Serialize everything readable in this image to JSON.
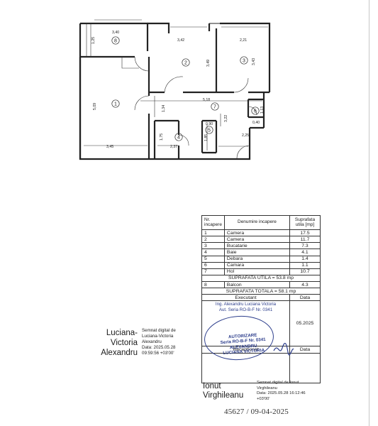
{
  "plan": {
    "dimensions": [
      "3,40",
      "1,25",
      "3,42",
      "2,21",
      "3,43",
      "3,49",
      "5,09",
      "1,34",
      "5,18",
      "0,90",
      "3,22",
      "1,75",
      "2,37",
      "1,85",
      "3,45",
      "2,25",
      "1,13",
      "0,40"
    ],
    "room_numbers": [
      "1",
      "2",
      "3",
      "4",
      "5",
      "6",
      "7",
      "8"
    ]
  },
  "table": {
    "headers": {
      "nr": "Nr. incapere",
      "name": "Denumire incapere",
      "area": "Suprafata utila [mp]"
    },
    "rows": [
      {
        "nr": "1",
        "name": "Camera",
        "area": "17.5"
      },
      {
        "nr": "2",
        "name": "Camera",
        "area": "11.7"
      },
      {
        "nr": "3",
        "name": "Bucatarie",
        "area": "7.3"
      },
      {
        "nr": "4",
        "name": "Baie",
        "area": "4.1"
      },
      {
        "nr": "5",
        "name": "Debara",
        "area": "1.4"
      },
      {
        "nr": "6",
        "name": "Camara",
        "area": "1.1"
      },
      {
        "nr": "7",
        "name": "Hol",
        "area": "10.7"
      }
    ],
    "useful_total": "SUPRAFATA UTILA = 53.8 mp",
    "balcony": {
      "nr": "8",
      "name": "Balcon",
      "area": "4.3"
    },
    "grand_total": "SUPRAFATA TOTALA = 58.1 mp",
    "executant_label": "Executant",
    "executant_name": "Ing. Alexandru Luciana Victoria",
    "executant_aut": "Aut. Seria RO-B-F Nr. 0341",
    "date_label": "Data",
    "date_value": "05.2025",
    "receptionist_label": "Receptionat",
    "receptionist_date_label": "Data"
  },
  "stamp": {
    "line1": "AUTORIZARE",
    "line2": "Seria RO-B-F Nr. 0341",
    "line3": "ALEXANDRU",
    "line4": "LUCIANA VICTORIA"
  },
  "signature1": {
    "name_line1": "Luciana-",
    "name_line2": "Victoria",
    "name_line3": "Alexandru",
    "signed_by_1": "Semnat digital de",
    "signed_by_2": "Luciana-Victoria",
    "signed_by_3": "Alexandru",
    "date_1": "Data: 2025.05.28",
    "date_2": "09:59:56 +03'00'"
  },
  "signature2": {
    "name_line1": "Ionut",
    "name_line2": "Virghileanu",
    "signed_by_1": "Semnat digital de Ionut",
    "signed_by_2": "Virghileanu",
    "date_1": "Data: 2025.05.28 16:12:46",
    "date_2": "+03'00'"
  },
  "footer_id": "45627 / 09-04-2025"
}
